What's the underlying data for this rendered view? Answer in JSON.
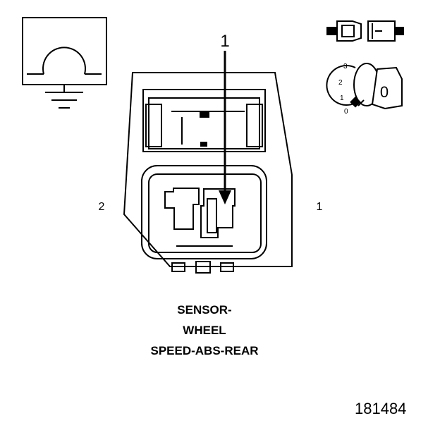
{
  "callout": {
    "number": "1"
  },
  "pin_labels": {
    "left": "2",
    "right": "1"
  },
  "key_positions": [
    "3",
    "2",
    "1",
    "0"
  ],
  "key_glyph": "0",
  "caption": {
    "line1": "SENSOR-",
    "line2": "WHEEL",
    "line3": "SPEED-ABS-REAR"
  },
  "document_number": "181484"
}
